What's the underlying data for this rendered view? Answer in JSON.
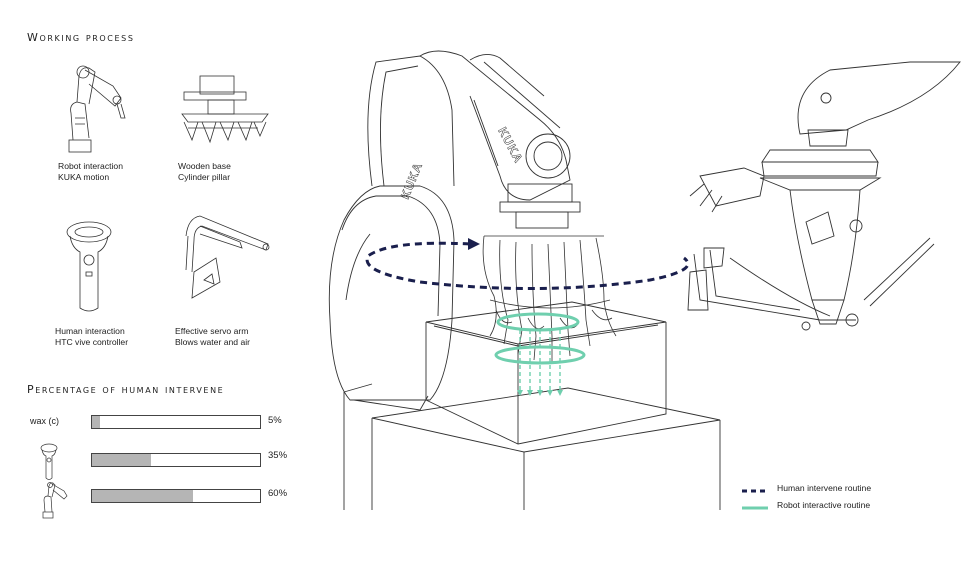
{
  "working_process": {
    "title": "Working process",
    "items": [
      {
        "line1": "Robot interaction",
        "line2": "KUKA motion",
        "icon": "robot-arm-icon"
      },
      {
        "line1": "Wooden base",
        "line2": "Cylinder pillar",
        "icon": "wooden-base-icon"
      },
      {
        "line1": "Human interaction",
        "line2": "HTC vive controller",
        "icon": "vive-controller-icon"
      },
      {
        "line1": "Effective servo arm",
        "line2": "Blows water and air",
        "icon": "servo-arm-icon"
      }
    ]
  },
  "percentage": {
    "title": "Percentage of human intervene",
    "rows": [
      {
        "label": "wax (c)",
        "value": 5,
        "value_label": "5%",
        "icon": ""
      },
      {
        "label": "",
        "value": 35,
        "value_label": "35%",
        "icon": "vive-controller-icon"
      },
      {
        "label": "",
        "value": 60,
        "value_label": "60%",
        "icon": "robot-arm-icon"
      }
    ]
  },
  "robot_label": "KUKA",
  "legend": {
    "items": [
      {
        "label": "Human intervene routine",
        "style": "dashed",
        "color": "#1a1f4d"
      },
      {
        "label": "Robot interactive routine",
        "style": "solid",
        "color": "#6fcfae"
      }
    ]
  },
  "colors": {
    "human_routine": "#1a1f4d",
    "robot_routine": "#6fcfae",
    "bar_fill": "#b5b5b5",
    "line_art": "#333333"
  }
}
